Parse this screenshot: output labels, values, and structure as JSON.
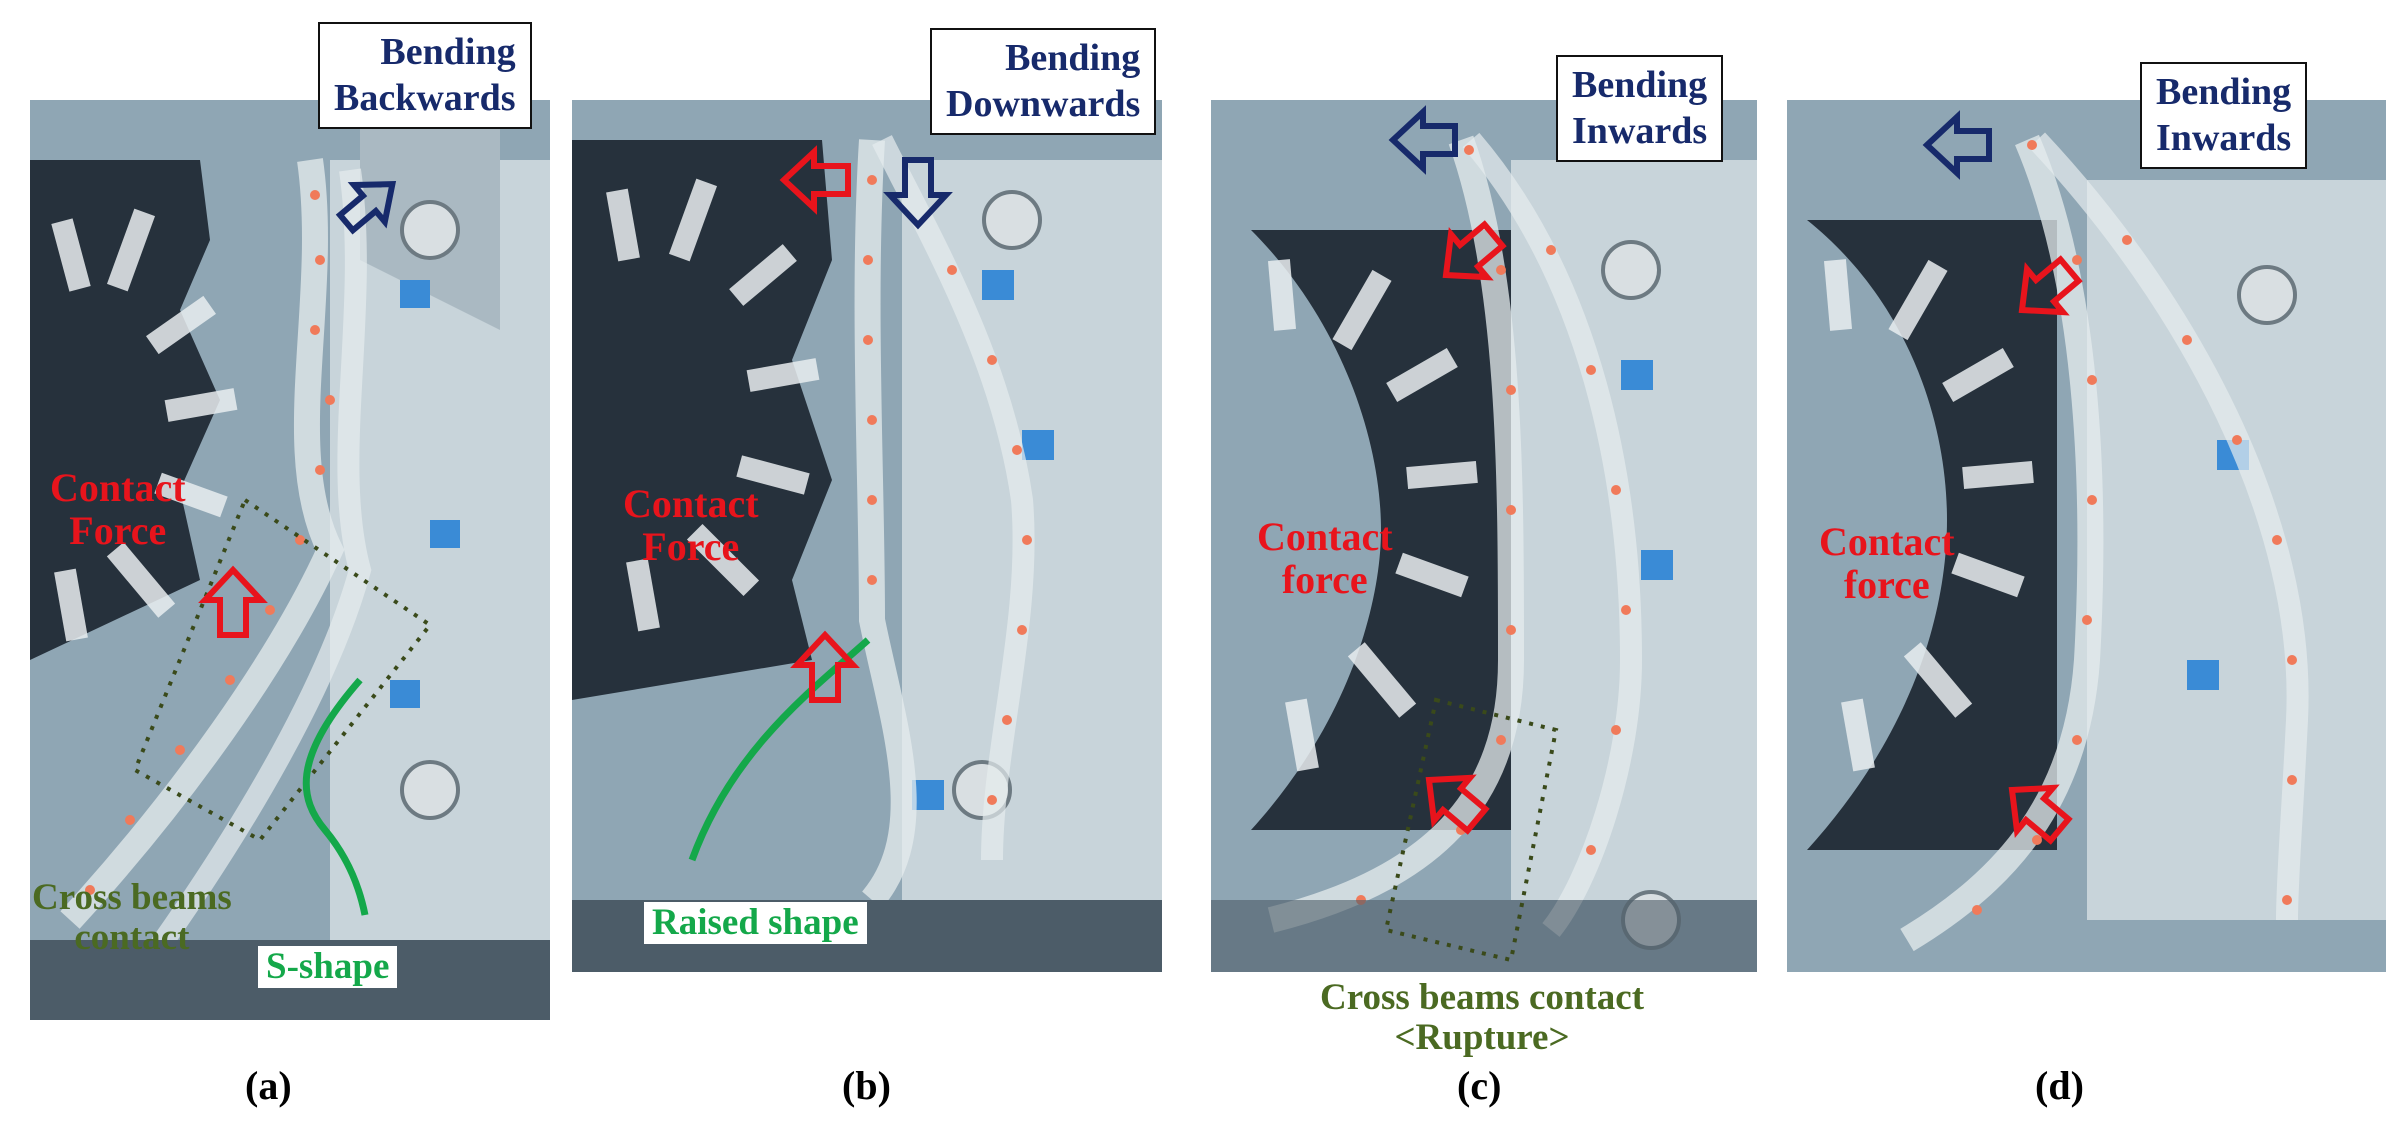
{
  "panels": [
    {
      "caption": "(a)",
      "direction_line1": "Bending",
      "direction_line2": "Backwards",
      "force_line1": "Contact",
      "force_line2": "Force",
      "contact_line1": "Cross beams",
      "contact_line2": "contact",
      "shape_label": "S-shape"
    },
    {
      "caption": "(b)",
      "direction_line1": "Bending",
      "direction_line2": "Downwards",
      "force_line1": "Contact",
      "force_line2": "Force",
      "shape_label": "Raised shape"
    },
    {
      "caption": "(c)",
      "direction_line1": "Bending",
      "direction_line2": "Inwards",
      "force_line1": "Contact",
      "force_line2": "force",
      "contact_line1": "Cross beams contact",
      "contact_line2": "<Rupture>"
    },
    {
      "caption": "(d)",
      "direction_line1": "Bending",
      "direction_line2": "Inwards",
      "force_line1": "Contact",
      "force_line2": "force"
    }
  ],
  "colors": {
    "arrow_red": "#e8141c",
    "arrow_navy": "#172a6b",
    "shape_green": "#14a84a",
    "label_olive": "#4b6a22",
    "photo_bg": "#8fa6b4"
  }
}
